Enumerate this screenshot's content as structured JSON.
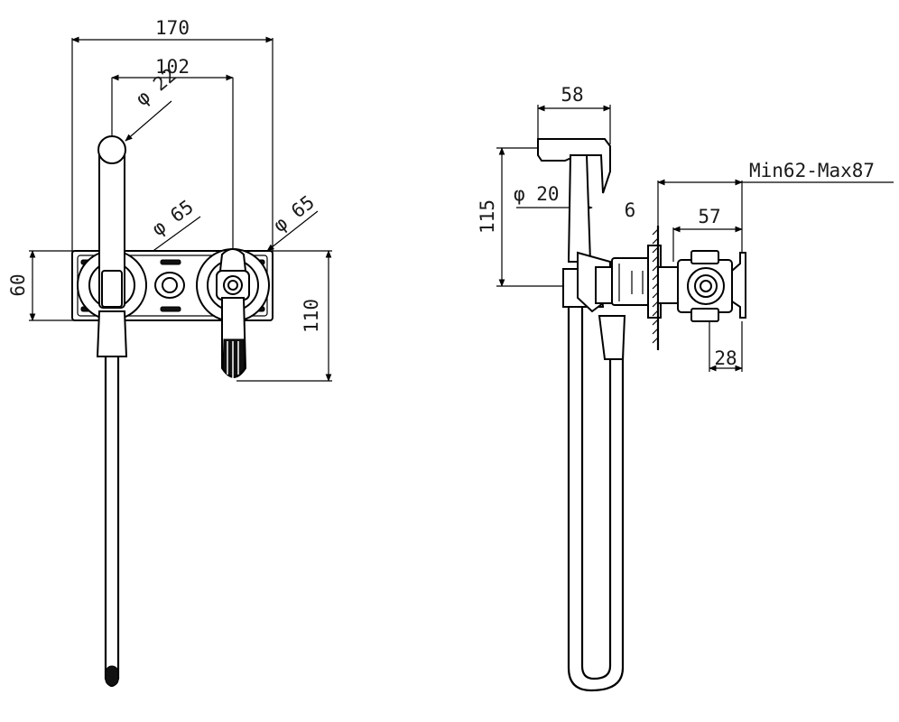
{
  "dimensions": {
    "front": {
      "overall_width": "170",
      "center_distance": "102",
      "handle_knob_diameter": "φ 22",
      "left_cover_diameter": "φ 65",
      "right_cover_diameter": "φ 65",
      "plate_height": "60",
      "lever_height": "110"
    },
    "side": {
      "holder_width": "58",
      "holder_height": "115",
      "hose_diameter": "φ 20",
      "wall_gap": "6",
      "wall_depth_range": "Min62-Max87",
      "body_depth": "57",
      "valve_width": "28"
    }
  }
}
